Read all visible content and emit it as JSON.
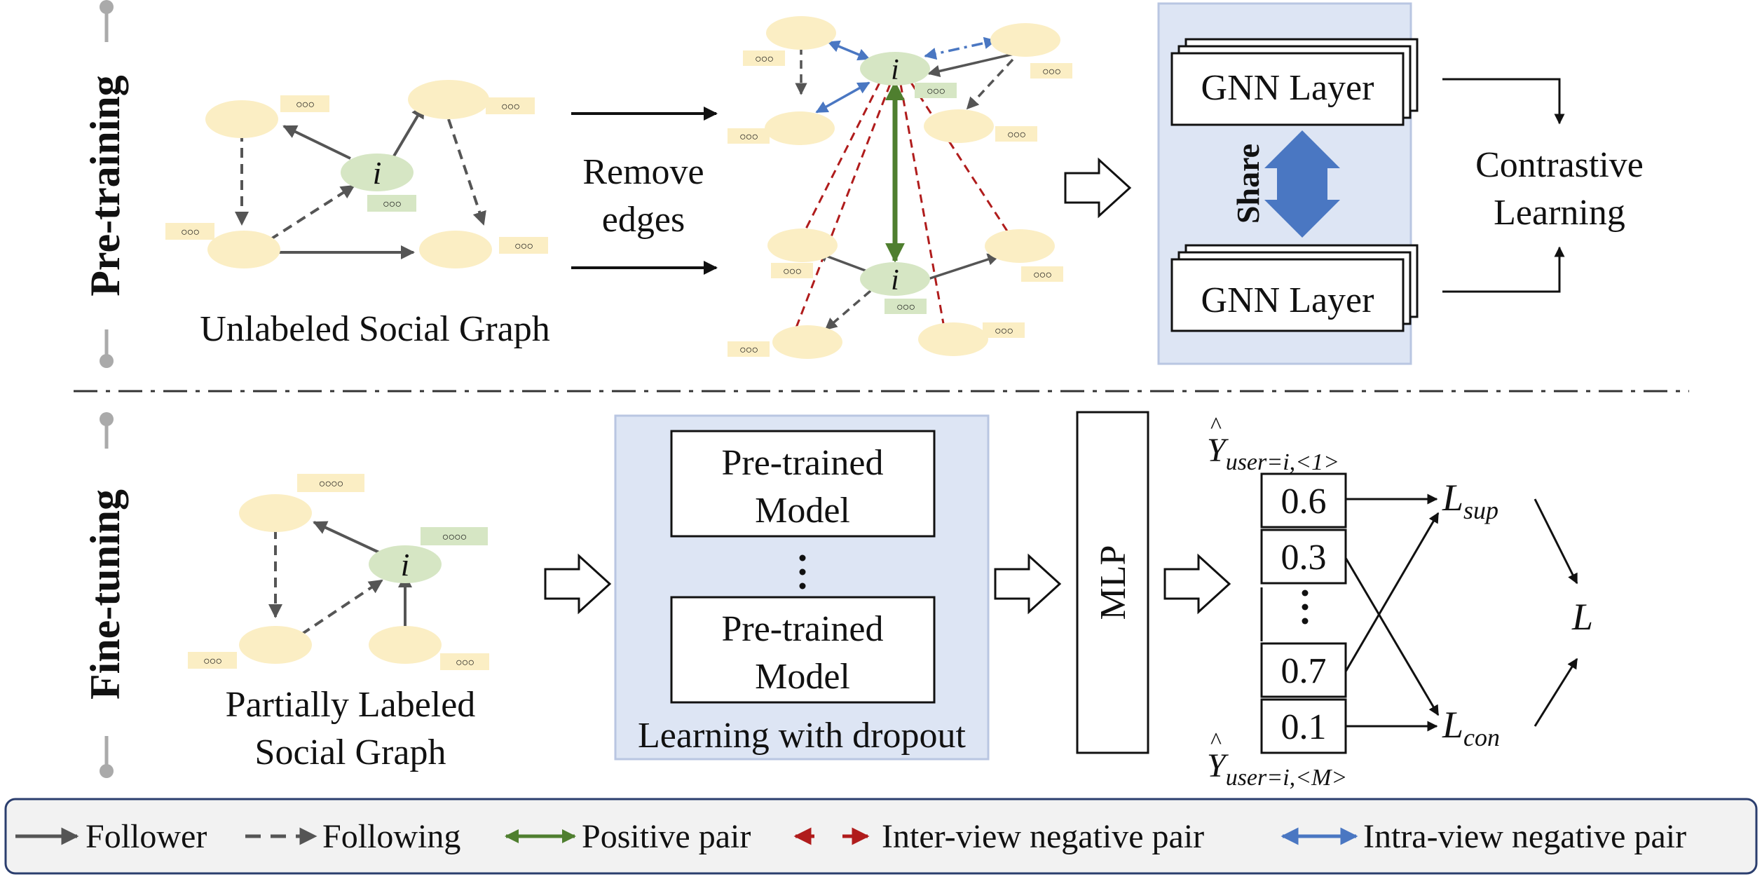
{
  "pretraining": {
    "stage_label": "Pre-training",
    "graph_caption": "Unlabeled Social Graph",
    "remove_edges": [
      "Remove",
      "edges"
    ],
    "center_node": "i",
    "gnn_layer_top": "GNN Layer",
    "gnn_layer_bottom": "GNN Layer",
    "share_label": "Share",
    "contrastive": [
      "Contrastive",
      "Learning"
    ]
  },
  "finetuning": {
    "stage_label": "Fine-tuning",
    "graph_caption": [
      "Partially Labeled",
      "Social Graph"
    ],
    "center_node": "i",
    "model_top": [
      "Pre-trained",
      "Model"
    ],
    "model_bottom": [
      "Pre-trained",
      "Model"
    ],
    "dropout_caption": "Learning with dropout",
    "mlp": "MLP",
    "y_top": {
      "base": "Y",
      "sub": "user=i,<1>"
    },
    "y_bottom": {
      "base": "Y",
      "sub": "user=i,<M>"
    },
    "values_top": [
      "0.6",
      "0.3"
    ],
    "values_bottom": [
      "0.7",
      "0.1"
    ],
    "loss_sup": {
      "base": "L",
      "sub": "sup"
    },
    "loss_con": {
      "base": "L",
      "sub": "con"
    },
    "loss_total": "L"
  },
  "legend": {
    "follower": "Follower",
    "following": "Following",
    "positive": "Positive pair",
    "inter": "Inter-view negative pair",
    "intra": "Intra-view negative pair"
  },
  "colors": {
    "node": "#fbeec4",
    "center_node": "#d6e6c4",
    "positive_pair": "#4f7f2f",
    "inter_view_negative": "#b01c1c",
    "intra_view_negative": "#4a77c2",
    "panel": "#dde5f4",
    "follow_edge": "#555555"
  }
}
